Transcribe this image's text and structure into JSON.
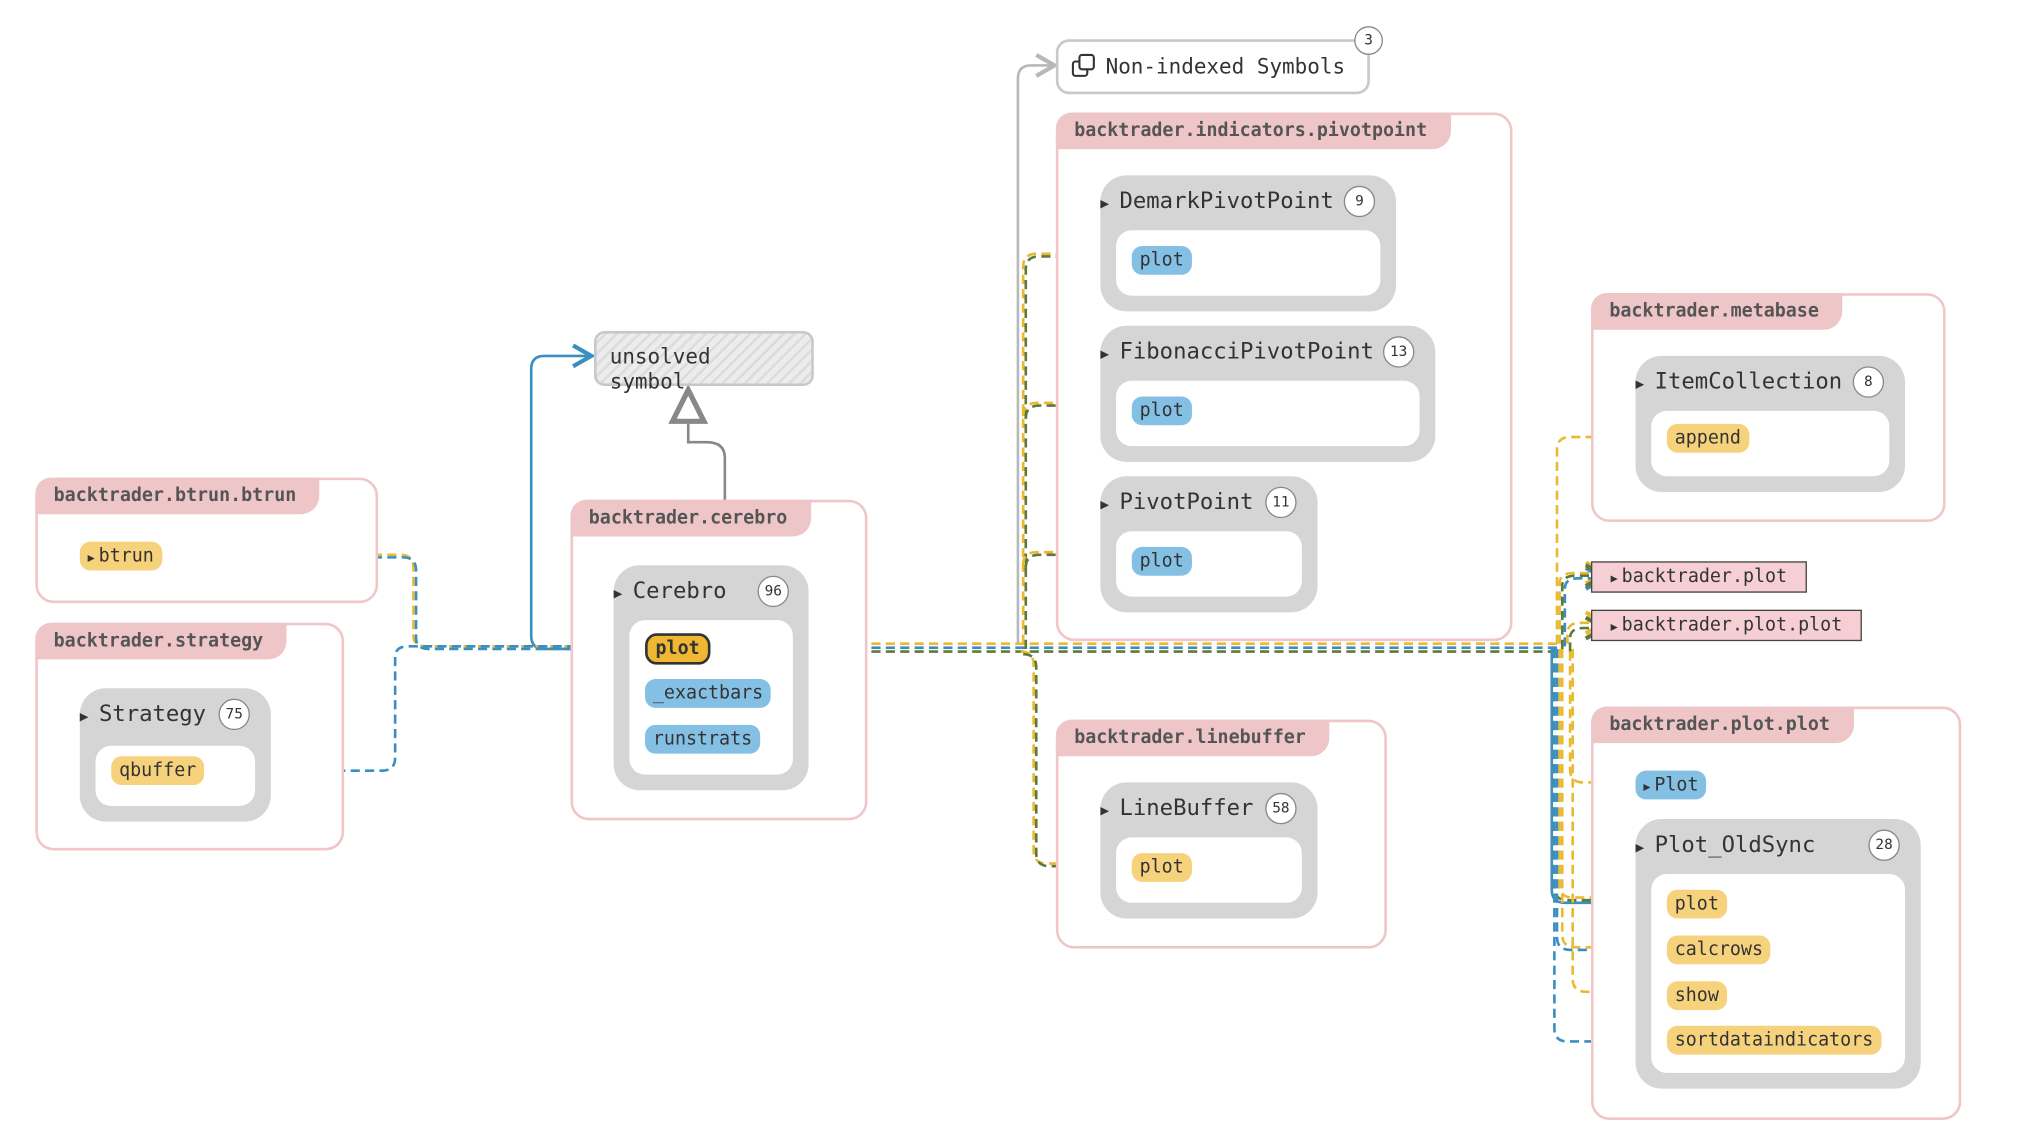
{
  "non_indexed": {
    "label": "Non-indexed Symbols",
    "count": "3",
    "icon": "copy-icon"
  },
  "unsolved": {
    "label": "unsolved symbol"
  },
  "modules": {
    "btrun": {
      "title": "backtrader.btrun.btrun",
      "items": {
        "btrun": "btrun"
      }
    },
    "strategy": {
      "title": "backtrader.strategy",
      "class_name": "Strategy",
      "class_count": "75",
      "items": {
        "qbuffer": "qbuffer"
      }
    },
    "cerebro": {
      "title": "backtrader.cerebro",
      "class_name": "Cerebro",
      "class_count": "96",
      "items": {
        "plot": "plot",
        "exactbars": "_exactbars",
        "runstrats": "runstrats"
      }
    },
    "pivotpoint": {
      "title": "backtrader.indicators.pivotpoint",
      "classes": [
        {
          "name": "DemarkPivotPoint",
          "count": "9",
          "method": "plot"
        },
        {
          "name": "FibonacciPivotPoint",
          "count": "13",
          "method": "plot"
        },
        {
          "name": "PivotPoint",
          "count": "11",
          "method": "plot"
        }
      ]
    },
    "linebuffer": {
      "title": "backtrader.linebuffer",
      "class_name": "LineBuffer",
      "class_count": "58",
      "items": {
        "plot": "plot"
      }
    },
    "metabase": {
      "title": "backtrader.metabase",
      "class_name": "ItemCollection",
      "class_count": "8",
      "items": {
        "append": "append"
      }
    },
    "plotplot": {
      "title": "backtrader.plot.plot",
      "top_item": "Plot",
      "class_name": "Plot_OldSync",
      "class_count": "28",
      "items": {
        "plot": "plot",
        "calcrows": "calcrows",
        "show": "show",
        "sortdataindicators": "sortdataindicators"
      }
    }
  },
  "external": {
    "plot_module": "backtrader.plot",
    "plot_plot": "backtrader.plot.plot"
  },
  "colors": {
    "module_border": "#f0c6c8",
    "module_title_bg": "#eec6c8",
    "class_bg": "#d5d5d5",
    "yellow": "#f6d27c",
    "blue": "#83c0e4",
    "edge_yellow": "#eab92f",
    "edge_blue": "#3b8fbf",
    "edge_green": "#5d7a3a",
    "edge_gray": "#b8b8b8"
  }
}
